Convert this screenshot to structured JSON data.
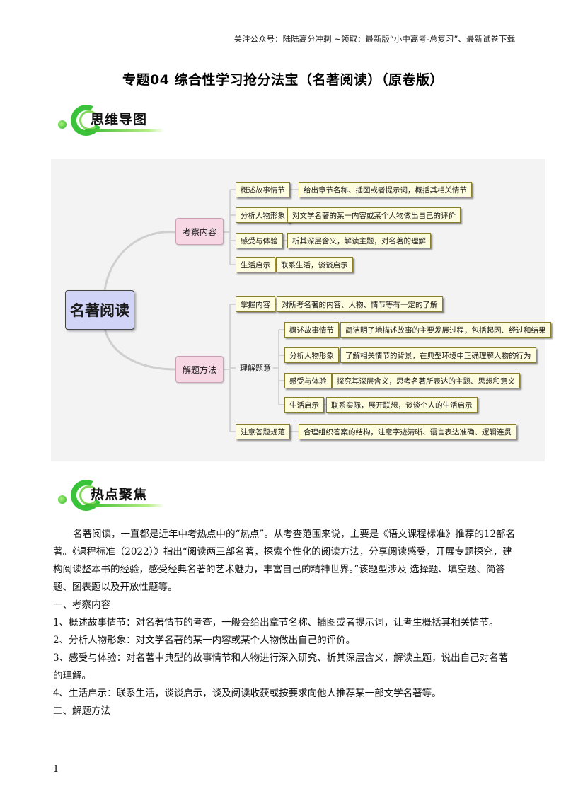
{
  "header_note": "关注公众号：陆陆高分冲刺  ~领取：最新版“小中高考-总复习”、最新试卷下载",
  "title": "专题04   综合性学习抢分法宝（名著阅读）（原卷版）",
  "sections": {
    "mindmap_heading": "思维导图",
    "hotspot_heading": "热点聚焦"
  },
  "mindmap": {
    "root": "名著阅读",
    "branch1": {
      "label": "考察内容",
      "children": [
        {
          "label": "概述故事情节",
          "detail": "给出章节名称、插图或者提示词，概括其相关情节"
        },
        {
          "label": "分析人物形象",
          "detail": "对文学名著的某一内容或某个人物做出自己的评价"
        },
        {
          "label": "感受与体验",
          "detail": "析其深层含义，解读主题，对名著的理解"
        },
        {
          "label": "生活启示",
          "detail": "联系生活，谈谈启示"
        }
      ]
    },
    "branch2": {
      "label": "解题方法",
      "children": {
        "grasp": {
          "label": "掌握内容",
          "detail": "对所考名著的内容、人物、情节等有一定的了解"
        },
        "understand": {
          "label": "理解题意",
          "children": [
            {
              "label": "概述故事情节",
              "detail": "简洁明了地描述故事的主要发展过程，包括起因、经过和结果"
            },
            {
              "label": "分析人物形象",
              "detail": "了解相关情节的背景，在典型环境中正确理解人物的行为"
            },
            {
              "label": "感受与体验",
              "detail": "探究其深层含义，思考名著所表达的主题、思想和意义"
            },
            {
              "label": "生活启示",
              "detail": "联系实际，展开联想，谈谈个人的生活启示"
            }
          ]
        },
        "norms": {
          "label": "注意答题规范",
          "detail": "合理组织答案的结构，注意字迹清晰、语言表达准确、逻辑连贯"
        }
      }
    }
  },
  "body": {
    "intro": "名著阅读，一直都是近年中考热点中的“热点”。从考查范围来说，主要是《语文课程标准》推荐的12部名著。《课程标准（2022）》指出“阅读两三部名著，探索个性化的阅读方法，分享阅读感受，开展专题探究，建构阅读整本书的经验，感受经典名著的艺术魅力，丰富自己的精神世界。”该题型涉及 选择题、填空题、简答题、图表题以及开放性题等。",
    "part1_heading": "一、考察内容",
    "item1": "1、概述故事情节：对名著情节的考查，一般会给出章节名称、插图或者提示词，让考生概括其相关情节。",
    "item2": "2、分析人物形象：对文学名著的某一内容或某个人物做出自己的评价。",
    "item3": "3、感受与体验：对名著中典型的故事情节和人物进行深入研究、析其深层含义，解读主题，说出自己对名著的理解。",
    "item4": "4、生活启示：联系生活，谈谈启示，谈及阅读收获或按要求向他人推荐某一部文学名著等。",
    "part2_heading": "二、解题方法"
  },
  "page_number": "1",
  "colors": {
    "accent_green": "#39c23a",
    "node_yellow": "#fffde0",
    "node_pink": "#f7d7e4",
    "root_blue": "#d2d4f7"
  }
}
